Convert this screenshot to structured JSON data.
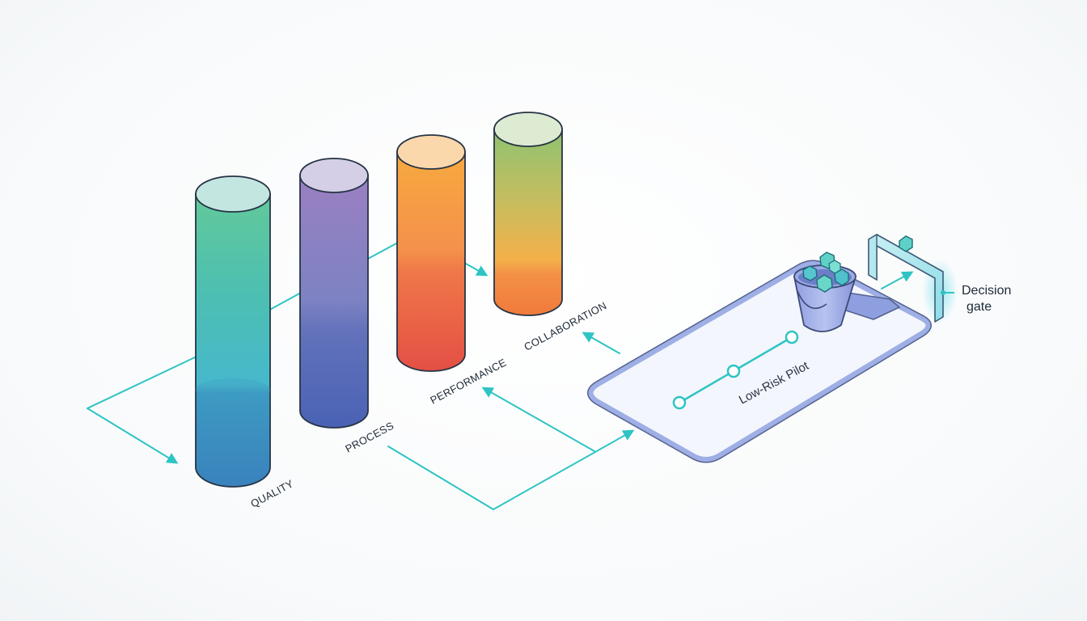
{
  "pillars": [
    {
      "label": "QUALITY"
    },
    {
      "label": "PROCESS"
    },
    {
      "label": "PERFORMANCE"
    },
    {
      "label": "COLLABORATION"
    }
  ],
  "pilot": {
    "label": "Low-Risk Pilot"
  },
  "gate": {
    "line1": "Decision",
    "line2": "gate"
  },
  "colors": {
    "accent": "#2ec4c4",
    "track": "#7d8fd6",
    "track_fill": "#f3f6fc"
  }
}
